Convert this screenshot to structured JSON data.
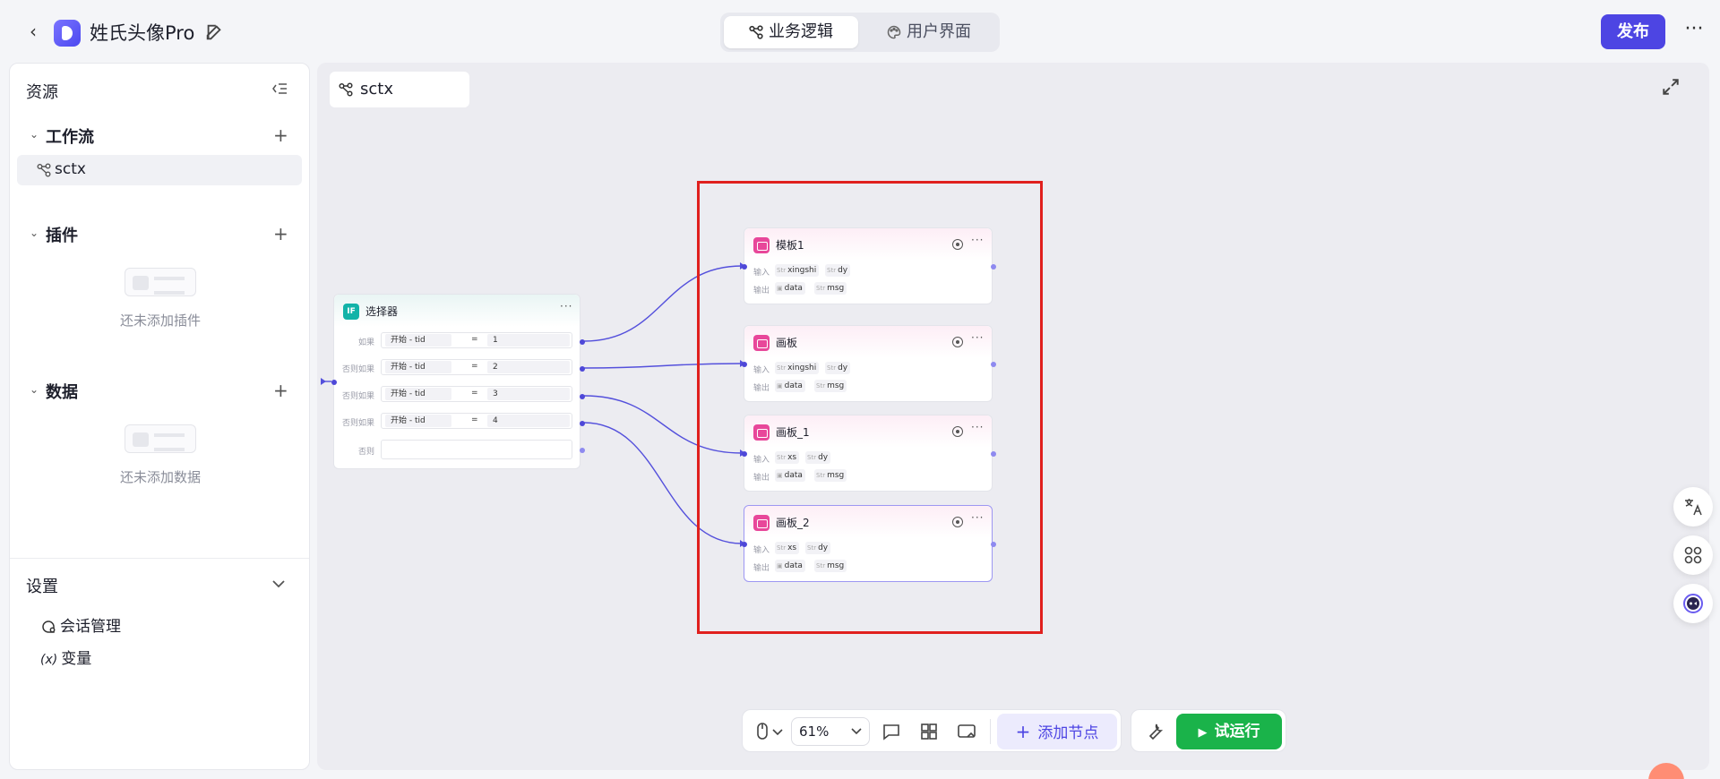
{
  "topbar": {
    "app_title": "姓氏头像Pro",
    "tabs": [
      {
        "label": "业务逻辑"
      },
      {
        "label": "用户界面"
      }
    ],
    "publish_label": "发布",
    "more_label": "···"
  },
  "sidebar": {
    "title": "资源",
    "sections": [
      {
        "title": "工作流",
        "items": [
          {
            "label": "sctx"
          }
        ]
      },
      {
        "title": "插件",
        "empty_text": "还未添加插件"
      },
      {
        "title": "数据",
        "empty_text": "还未添加数据"
      }
    ],
    "settings": {
      "title": "设置",
      "items": [
        {
          "label": "会话管理"
        },
        {
          "label": "变量",
          "icon_text": "(x)"
        }
      ]
    }
  },
  "canvas": {
    "tab_label": "sctx",
    "selector_node": {
      "title": "选择器",
      "icon_text": "IF",
      "conditions": [
        {
          "label": "如果",
          "left": "开始 - tid",
          "op": "=",
          "right": "1"
        },
        {
          "label": "否则如果",
          "left": "开始 - tid",
          "op": "=",
          "right": "2"
        },
        {
          "label": "否则如果",
          "left": "开始 - tid",
          "op": "=",
          "right": "3"
        },
        {
          "label": "否则如果",
          "left": "开始 - tid",
          "op": "=",
          "right": "4"
        }
      ],
      "else_label": "否则"
    },
    "io_labels": {
      "input": "输入",
      "output": "输出",
      "str": "Str"
    },
    "nodes": [
      {
        "title": "模板1",
        "inputs": [
          "xingshi",
          "dy"
        ],
        "outputs": [
          "data",
          "msg"
        ]
      },
      {
        "title": "画板",
        "inputs": [
          "xingshi",
          "dy"
        ],
        "outputs": [
          "data",
          "msg"
        ]
      },
      {
        "title": "画板_1",
        "inputs": [
          "xs",
          "dy"
        ],
        "outputs": [
          "data",
          "msg"
        ]
      },
      {
        "title": "画板_2",
        "inputs": [
          "xs",
          "dy"
        ],
        "outputs": [
          "data",
          "msg"
        ]
      }
    ]
  },
  "toolbar": {
    "zoom": "61%",
    "add_node_label": "添加节点",
    "try_run_label": "试运行"
  },
  "colors": {
    "accent": "#4d45e3",
    "run_green": "#1ab34a",
    "highlight_red": "#e0201e"
  }
}
